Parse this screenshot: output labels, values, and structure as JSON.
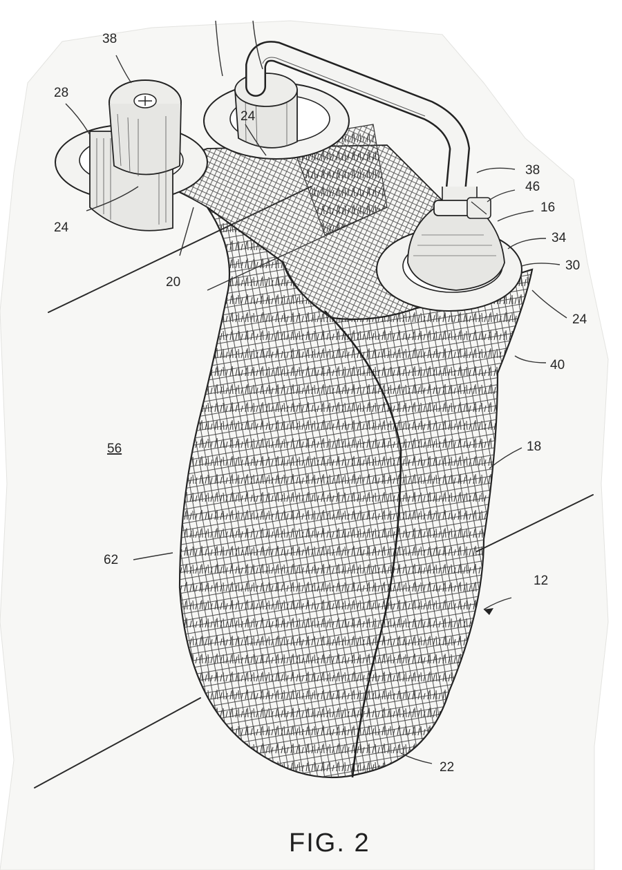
{
  "figure": {
    "caption": "FIG. 2",
    "reference_numerals": {
      "n38_top": "38",
      "n28": "28",
      "n24_left_top": "24",
      "n24_left_bottom": "24",
      "n20": "20",
      "n38_right": "38",
      "n46": "46",
      "n16": "16",
      "n34": "34",
      "n30": "30",
      "n24_right": "24",
      "n40": "40",
      "n56": "56",
      "n18": "18",
      "n62": "62",
      "n12": "12",
      "n22": "22"
    }
  },
  "colors": {
    "paper": "#f7f7f5",
    "ink": "#2a2a2a",
    "background": "#ffffff"
  },
  "icons": {
    "tap_knob": "crosshead-screw-icon",
    "hose_clamp": "clamp-icon"
  }
}
